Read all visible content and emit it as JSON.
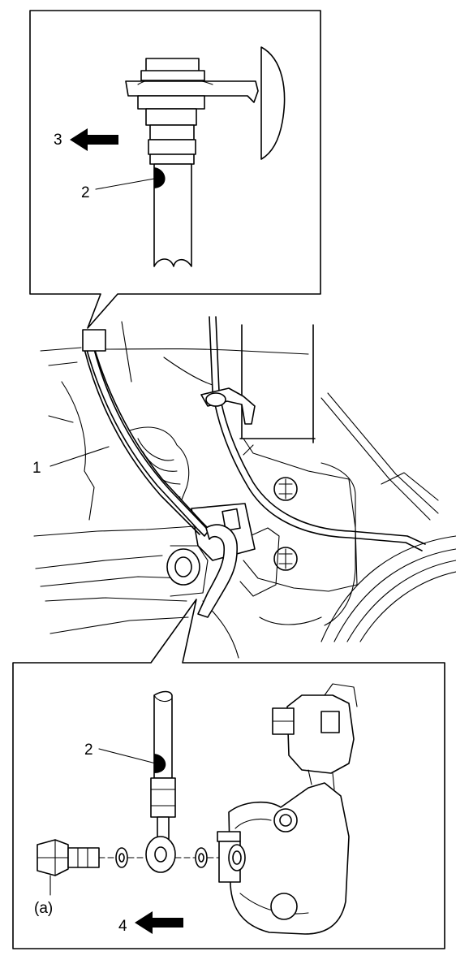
{
  "callouts": {
    "top_arrow": "3",
    "top_mark": "2",
    "hose": "1",
    "bottom_mark": "2",
    "bolt": "(a)",
    "bottom_arrow": "4"
  }
}
